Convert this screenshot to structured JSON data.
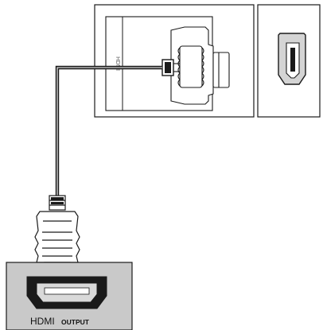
{
  "tv_panel": {
    "port_label": "HDMI"
  },
  "source_device": {
    "label_main": "HDMI",
    "label_sub": "OUTPUT"
  },
  "colors": {
    "line": "#1a1a1a",
    "cable": "#2b2b2b",
    "source_box": "#c9c9c9",
    "port_fill": "#d4d4d4"
  }
}
